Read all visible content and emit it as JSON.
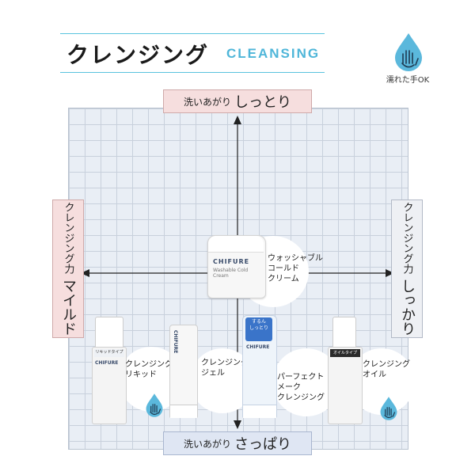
{
  "header": {
    "title_jp": "クレンジング",
    "title_en": "CLEANSING",
    "wet_hands_label": "濡れた手OK"
  },
  "axes": {
    "top": {
      "small": "洗いあがり",
      "big": "しっとり"
    },
    "bottom": {
      "small": "洗いあがり",
      "big": "さっぱり"
    },
    "left": {
      "small": "クレンジング力",
      "big": "マイルド"
    },
    "right": {
      "small": "クレンジング力",
      "big": "しっかり"
    }
  },
  "products": {
    "cold_cream": {
      "name": "ウォッシャブル\nコールド\nクリーム",
      "brand": "CHIFURE",
      "package_text": "Washable Cold\nCream"
    },
    "liquid": {
      "name": "クレンジング\nリキッド",
      "tag": "リキッドタイプ",
      "brand": "CHIFURE"
    },
    "gel": {
      "name": "クレンジング\nジェル",
      "brand": "CHIFURE"
    },
    "perfect_make": {
      "name": "パーフェクト\nメーク\nクレンジング",
      "tag": "するん\nしっとり",
      "brand": "CHIFURE"
    },
    "oil": {
      "name": "クレンジング\nオイル",
      "tag": "オイルタイプ"
    }
  },
  "colors": {
    "accent": "#4fb6d9",
    "grid_bg": "#e9eef5",
    "pink_label": "#f6dede",
    "blue_label": "#dfe6f3",
    "drop_blue": "#5bb8dc"
  }
}
